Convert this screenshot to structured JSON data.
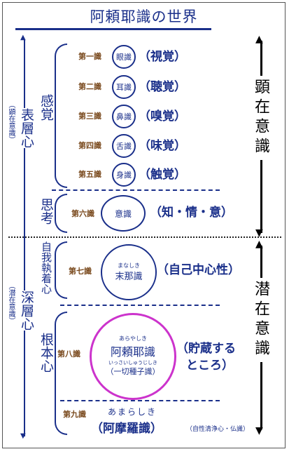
{
  "title": "阿頼耶識の世界",
  "left_margin": {
    "upper_main": "表層心",
    "upper_note": "（顕在意識）",
    "lower_main": "深層心",
    "lower_note": "（潜在意識）"
  },
  "groups": {
    "kankaku": "感覚",
    "shikou": "思考",
    "jiga": "自我執着心",
    "konpon": "根本心"
  },
  "right_labels": {
    "kenzai": "顕在意識",
    "senzai": "潜在意識"
  },
  "senses": [
    {
      "label": "第一識",
      "circle": "眼識",
      "desc": "（視覚）"
    },
    {
      "label": "第二識",
      "circle": "耳識",
      "desc": "（聴覚）"
    },
    {
      "label": "第三識",
      "circle": "鼻識",
      "desc": "（嗅覚）"
    },
    {
      "label": "第四識",
      "circle": "舌識",
      "desc": "（味覚）"
    },
    {
      "label": "第五識",
      "circle": "身識",
      "desc": "（触覚）"
    }
  ],
  "sixth": {
    "label": "第六識",
    "circle": "意識",
    "desc": "（知・情・意）"
  },
  "seventh": {
    "label": "第七識",
    "ruby": "まなしき",
    "circle": "末那識",
    "desc": "（自己中心性）"
  },
  "eighth": {
    "label": "第八識",
    "ruby": "あらやしき",
    "circle": "阿頼耶識",
    "sub_ruby": "いっさいしゅうじしき",
    "sub": "（一切種子識）",
    "desc_1": "（貯蔵する",
    "desc_2": "ところ）"
  },
  "ninth": {
    "label": "第九識",
    "ruby": "あまらしき",
    "name": "（阿摩羅識）",
    "note": "（自性清浄心・仏識）"
  },
  "colors": {
    "primary": "#1a2f8a",
    "label": "#7a4a1e",
    "highlight": "#cc33cc",
    "arrow": "#000000"
  }
}
